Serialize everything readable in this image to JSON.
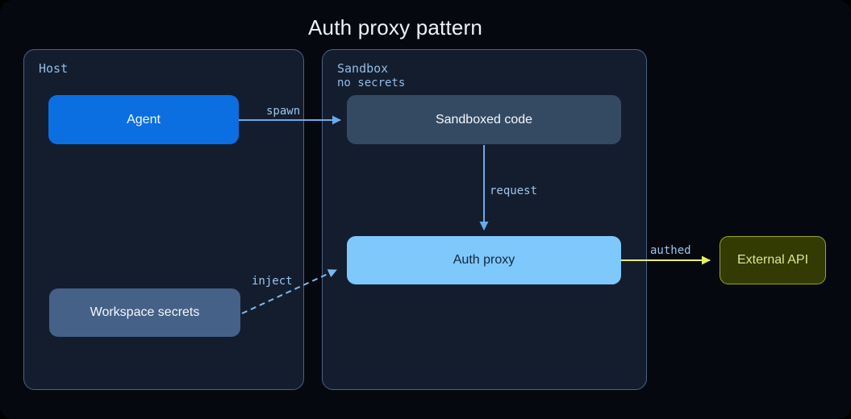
{
  "title": "Auth proxy pattern",
  "containers": {
    "host": {
      "label": "Host"
    },
    "sandbox": {
      "label": "Sandbox",
      "note": "no secrets"
    }
  },
  "nodes": {
    "agent": {
      "label": "Agent"
    },
    "sandboxed_code": {
      "label": "Sandboxed code"
    },
    "auth_proxy": {
      "label": "Auth proxy"
    },
    "workspace_secrets": {
      "label": "Workspace secrets"
    },
    "external_api": {
      "label": "External API"
    }
  },
  "edges": {
    "spawn": {
      "label": "spawn",
      "from": "Agent",
      "to": "Sandboxed code",
      "line": "solid",
      "color": "#66abec"
    },
    "request": {
      "label": "request",
      "from": "Sandboxed code",
      "to": "Auth proxy",
      "line": "solid",
      "color": "#66abec"
    },
    "inject": {
      "label": "inject",
      "from": "Workspace secrets",
      "to": "Auth proxy",
      "line": "dashed",
      "color": "#7db9ee"
    },
    "authed": {
      "label": "authed",
      "from": "Auth proxy",
      "to": "External API",
      "line": "solid",
      "color": "#e4f168"
    }
  },
  "colors": {
    "page-bg": "#05080f",
    "container-bg": "#141d2e",
    "container-border": "#4a6287",
    "container-label": "#92bce6",
    "edge-label": "#9dc4ea",
    "title-text": "#eef1f6",
    "node-text": "#f5f8fb",
    "agent-bg": "#0b6fe2",
    "node-dark-bg": "#344a63",
    "secrets-bg": "#456187",
    "proxy-bg": "#7ec8fc",
    "proxy-text": "#15253c",
    "api-bg": "#333a02",
    "api-border": "#97a81f",
    "api-text": "#dce98a",
    "arrow-blue": "#66abec",
    "arrow-blue-dashed": "#7db9ee",
    "arrow-yellow": "#e4f168"
  }
}
